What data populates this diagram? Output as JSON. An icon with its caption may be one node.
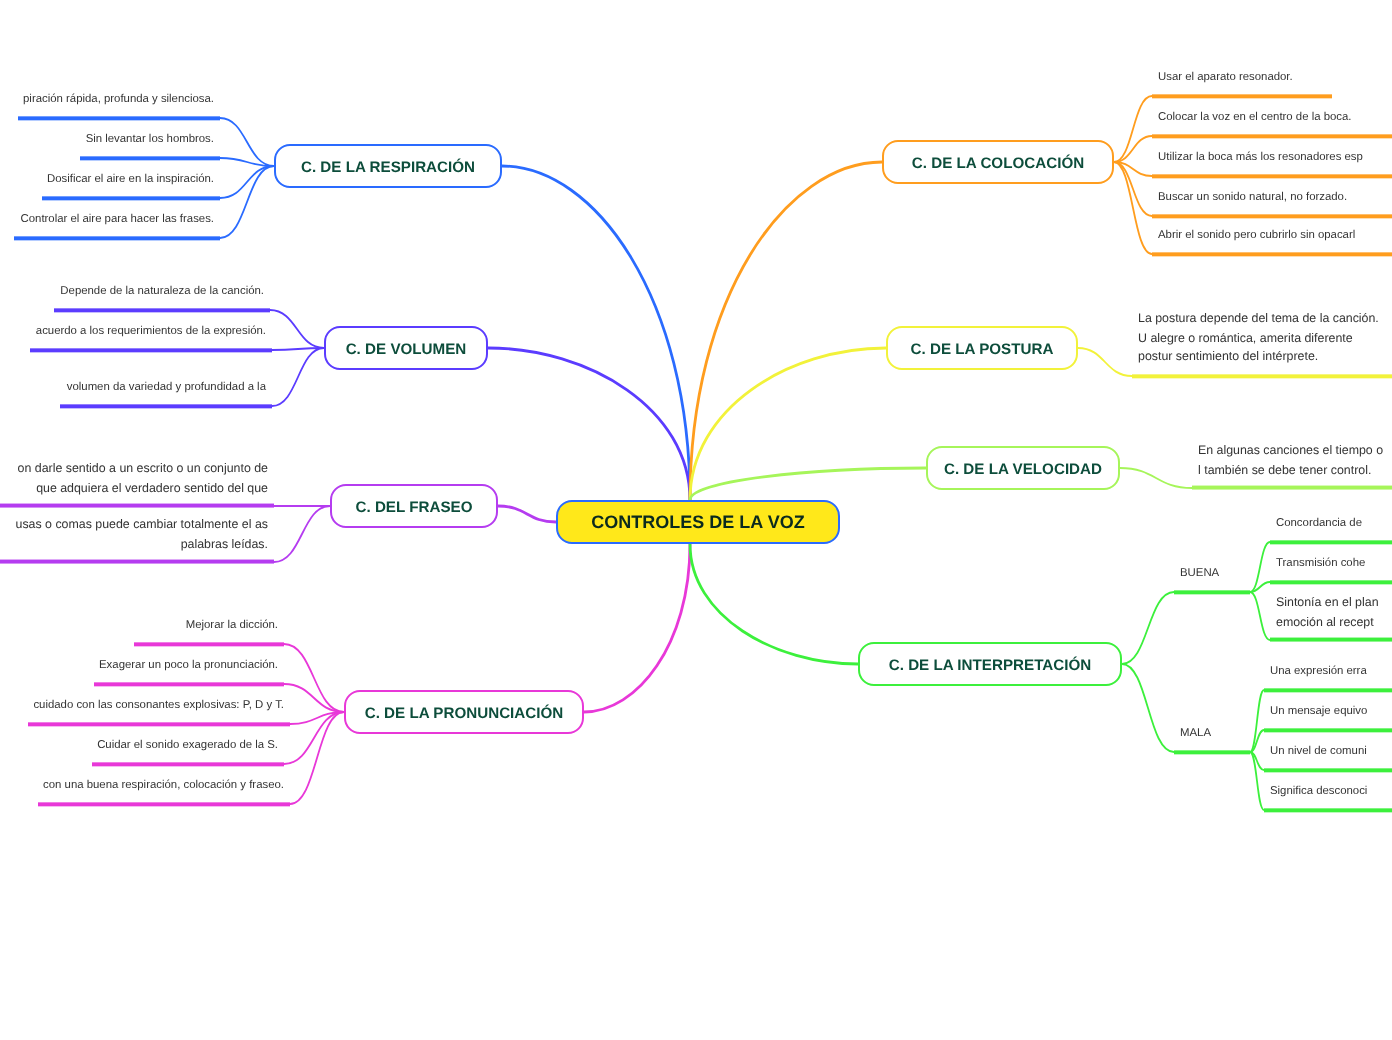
{
  "diagram": {
    "nodes": [
      {
        "text": [
          "CONTROLES DE LA VOZ"
        ]
      },
      {
        "text": [
          "C. DE LA RESPIRACIÓN"
        ]
      },
      {
        "text": [
          "piración rápida, profunda y silenciosa."
        ]
      },
      {
        "text": [
          "Sin levantar los hombros."
        ]
      },
      {
        "text": [
          "Dosificar el aire en la inspiración."
        ]
      },
      {
        "text": [
          "Controlar el aire para hacer las frases."
        ]
      },
      {
        "text": [
          "C. DE VOLUMEN"
        ]
      },
      {
        "text": [
          "Depende de la naturaleza de la canción."
        ]
      },
      {
        "text": [
          "acuerdo a los requerimientos de la expresión."
        ]
      },
      {
        "text": [
          "volumen da variedad y profundidad a la"
        ]
      },
      {
        "text": [
          "C. DEL FRASEO"
        ]
      },
      {
        "text": [
          "on darle sentido a un escrito o un conjunto de que adquiera el verdadero sentido del que"
        ]
      },
      {
        "text": [
          "usas o comas puede cambiar totalmente el as palabras leídas."
        ]
      },
      {
        "text": [
          "C. DE LA PRONUNCIACIÓN"
        ]
      },
      {
        "text": [
          "Mejorar la dicción."
        ]
      },
      {
        "text": [
          "Exagerar un poco la pronunciación."
        ]
      },
      {
        "text": [
          "cuidado con las consonantes explosivas: P, D y T."
        ]
      },
      {
        "text": [
          "Cuidar el sonido exagerado de la S."
        ]
      },
      {
        "text": [
          "con una buena respiración, colocación y fraseo."
        ]
      },
      {
        "text": [
          "C. DE LA COLOCACIÓN"
        ]
      },
      {
        "text": [
          "Usar el aparato resonador."
        ]
      },
      {
        "text": [
          "Colocar la voz en el centro de la boca."
        ]
      },
      {
        "text": [
          "Utilizar la boca más los resonadores esp"
        ]
      },
      {
        "text": [
          "Buscar un sonido natural, no forzado."
        ]
      },
      {
        "text": [
          "Abrir el sonido pero cubrirlo sin opacarl"
        ]
      },
      {
        "text": [
          "C. DE LA POSTURA"
        ]
      },
      {
        "text": [
          "La postura depende del tema de la canción. U alegre o romántica, amerita diferente postur sentimiento del intérprete."
        ]
      },
      {
        "text": [
          "C. DE LA VELOCIDAD"
        ]
      },
      {
        "text": [
          "En algunas canciones el tiempo o l también se debe tener control."
        ]
      },
      {
        "text": [
          "C. DE LA INTERPRETACIÓN"
        ]
      },
      {
        "text": [
          "BUENA"
        ]
      },
      {
        "text": [
          "Concordancia de"
        ]
      },
      {
        "text": [
          "Transmisión cohe"
        ]
      },
      {
        "text": [
          "Sintonía en el plan emoción al recept"
        ]
      },
      {
        "text": [
          "MALA"
        ]
      },
      {
        "text": [
          "Una expresión erra"
        ]
      },
      {
        "text": [
          "Un mensaje equivo"
        ]
      },
      {
        "text": [
          "Un nivel de comuni"
        ]
      },
      {
        "text": [
          "Significa desconoci"
        ]
      }
    ],
    "edges": [
      {
        "from": 0,
        "to": 1,
        "arrow": "none",
        "color": "#2a6bff"
      },
      {
        "from": 1,
        "to": 2,
        "arrow": "none",
        "color": "#2a6bff"
      },
      {
        "from": 1,
        "to": 3,
        "arrow": "none",
        "color": "#2a6bff"
      },
      {
        "from": 1,
        "to": 4,
        "arrow": "none",
        "color": "#2a6bff"
      },
      {
        "from": 1,
        "to": 5,
        "arrow": "none",
        "color": "#2a6bff"
      },
      {
        "from": 0,
        "to": 6,
        "arrow": "none",
        "color": "#5b3cff"
      },
      {
        "from": 6,
        "to": 7,
        "arrow": "none",
        "color": "#5b3cff"
      },
      {
        "from": 6,
        "to": 8,
        "arrow": "none",
        "color": "#5b3cff"
      },
      {
        "from": 6,
        "to": 9,
        "arrow": "none",
        "color": "#5b3cff"
      },
      {
        "from": 0,
        "to": 10,
        "arrow": "none",
        "color": "#b53cf0"
      },
      {
        "from": 10,
        "to": 11,
        "arrow": "none",
        "color": "#b53cf0"
      },
      {
        "from": 10,
        "to": 12,
        "arrow": "none",
        "color": "#b53cf0"
      },
      {
        "from": 0,
        "to": 13,
        "arrow": "none",
        "color": "#e838d8"
      },
      {
        "from": 13,
        "to": 14,
        "arrow": "none",
        "color": "#e838d8"
      },
      {
        "from": 13,
        "to": 15,
        "arrow": "none",
        "color": "#e838d8"
      },
      {
        "from": 13,
        "to": 16,
        "arrow": "none",
        "color": "#e838d8"
      },
      {
        "from": 13,
        "to": 17,
        "arrow": "none",
        "color": "#e838d8"
      },
      {
        "from": 13,
        "to": 18,
        "arrow": "none",
        "color": "#e838d8"
      },
      {
        "from": 0,
        "to": 19,
        "arrow": "none",
        "color": "#ff9d1e"
      },
      {
        "from": 19,
        "to": 20,
        "arrow": "none",
        "color": "#ff9d1e"
      },
      {
        "from": 19,
        "to": 21,
        "arrow": "none",
        "color": "#ff9d1e"
      },
      {
        "from": 19,
        "to": 22,
        "arrow": "none",
        "color": "#ff9d1e"
      },
      {
        "from": 19,
        "to": 23,
        "arrow": "none",
        "color": "#ff9d1e"
      },
      {
        "from": 19,
        "to": 24,
        "arrow": "none",
        "color": "#ff9d1e"
      },
      {
        "from": 0,
        "to": 25,
        "arrow": "none",
        "color": "#f2f23a"
      },
      {
        "from": 25,
        "to": 26,
        "arrow": "none",
        "color": "#f2f23a"
      },
      {
        "from": 0,
        "to": 27,
        "arrow": "none",
        "color": "#a6f55a"
      },
      {
        "from": 27,
        "to": 28,
        "arrow": "none",
        "color": "#a6f55a"
      },
      {
        "from": 0,
        "to": 29,
        "arrow": "none",
        "color": "#3cf03c"
      },
      {
        "from": 29,
        "to": 30,
        "arrow": "none",
        "color": "#3cf03c"
      },
      {
        "from": 30,
        "to": 31,
        "arrow": "none",
        "color": "#3cf03c"
      },
      {
        "from": 30,
        "to": 32,
        "arrow": "none",
        "color": "#3cf03c"
      },
      {
        "from": 30,
        "to": 33,
        "arrow": "none",
        "color": "#3cf03c"
      },
      {
        "from": 29,
        "to": 34,
        "arrow": "none",
        "color": "#3cf03c"
      },
      {
        "from": 34,
        "to": 35,
        "arrow": "none",
        "color": "#3cf03c"
      },
      {
        "from": 34,
        "to": 36,
        "arrow": "none",
        "color": "#3cf03c"
      },
      {
        "from": 34,
        "to": 37,
        "arrow": "none",
        "color": "#3cf03c"
      },
      {
        "from": 34,
        "to": 38,
        "arrow": "none",
        "color": "#3cf03c"
      }
    ]
  }
}
